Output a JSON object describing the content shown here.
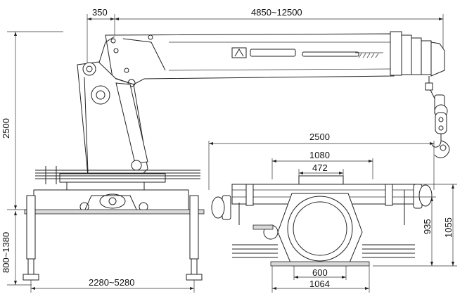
{
  "dimensions": {
    "side_view": {
      "pillar_offset": "350",
      "boom_reach": "4850~12500",
      "total_height": "2500",
      "outrigger_height": "800~1380",
      "outrigger_span": "2280~5280"
    },
    "rear_view": {
      "overall_width": "2500",
      "frame_width": "1080",
      "base_width": "472",
      "lower_width": "600",
      "bottom_width": "1064",
      "height_a": "935",
      "height_b": "1055"
    }
  },
  "colors": {
    "line": "#222222",
    "background": "#ffffff"
  }
}
